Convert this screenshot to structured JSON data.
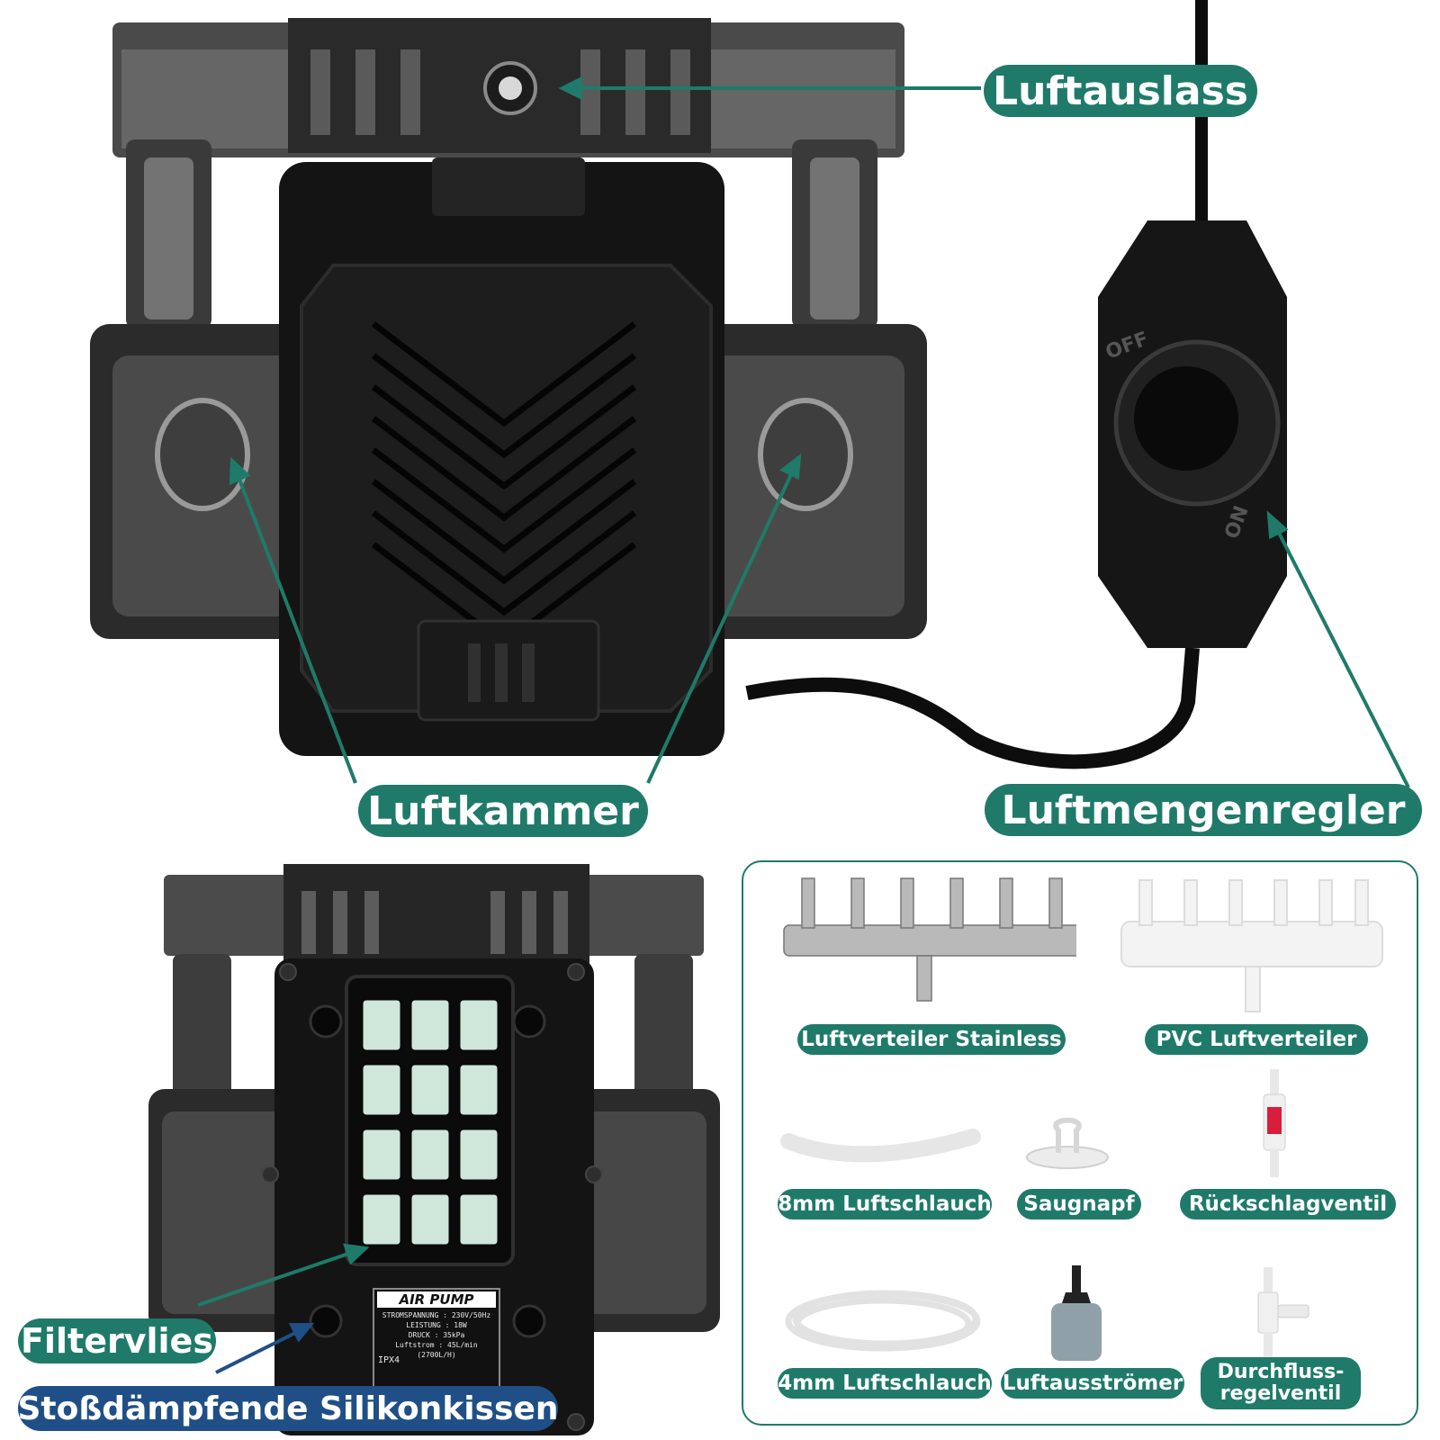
{
  "colors": {
    "accent": "#1f7a6a",
    "accent_dark": "#1f4f86",
    "pump_body": "#151515",
    "filter": "#cfe7da"
  },
  "labels": {
    "air_outlet": "Luftauslass",
    "air_chamber": "Luftkammer",
    "flow_regulator": "Luftmengenregler",
    "filter_fleece": "Filtervlies",
    "silicone_pads": "Stoßdämpfende Silikonkissen"
  },
  "dial": {
    "off": "OFF",
    "on": "ON"
  },
  "device_label": {
    "title": "AIR PUMP",
    "voltage": "STROMSPANNUNG : 230V/50Hz",
    "power": "LEISTUNG : 18W",
    "pressure": "DRUCK : 35kPa",
    "airflow": "Luftstrom : 45L/min (2700L/H)",
    "rating": "IPX4"
  },
  "accessories": [
    {
      "name": "Luftverteiler Stainless",
      "icon": "steel-manifold-icon"
    },
    {
      "name": "PVC Luftverteiler",
      "icon": "pvc-manifold-icon"
    },
    {
      "name": "8mm Luftschlauch",
      "icon": "tube-8mm-icon"
    },
    {
      "name": "Saugnapf",
      "icon": "suction-cup-icon"
    },
    {
      "name": "Rückschlagventil",
      "icon": "check-valve-icon"
    },
    {
      "name": "4mm Luftschlauch",
      "icon": "tube-4mm-icon"
    },
    {
      "name": "Luftausströmer",
      "icon": "air-stone-icon"
    },
    {
      "name": "Durchfluss-\nregelventil",
      "icon": "flow-valve-icon"
    }
  ]
}
